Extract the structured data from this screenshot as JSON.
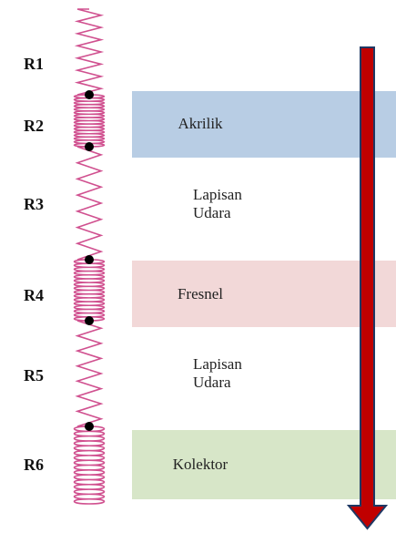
{
  "resistors": [
    {
      "label": "R1",
      "kind": "zigzag"
    },
    {
      "label": "R2",
      "kind": "coil"
    },
    {
      "label": "R3",
      "kind": "zigzag"
    },
    {
      "label": "R4",
      "kind": "coil"
    },
    {
      "label": "R5",
      "kind": "zigzag"
    },
    {
      "label": "R6",
      "kind": "coil"
    }
  ],
  "layers": [
    {
      "label": "Akrilik",
      "color": "#b8cde4"
    },
    {
      "label": "Lapisan\nUdara",
      "color": null
    },
    {
      "label": "Fresnel",
      "color": "#f2d8d8"
    },
    {
      "label": "Lapisan\nUdara",
      "color": null
    },
    {
      "label": "Kolektor",
      "color": "#d7e6c8"
    }
  ],
  "colors": {
    "resistor": "#d0508f",
    "node": "#000000",
    "arrow_fill": "#c00000",
    "arrow_edge": "#1f3864"
  }
}
